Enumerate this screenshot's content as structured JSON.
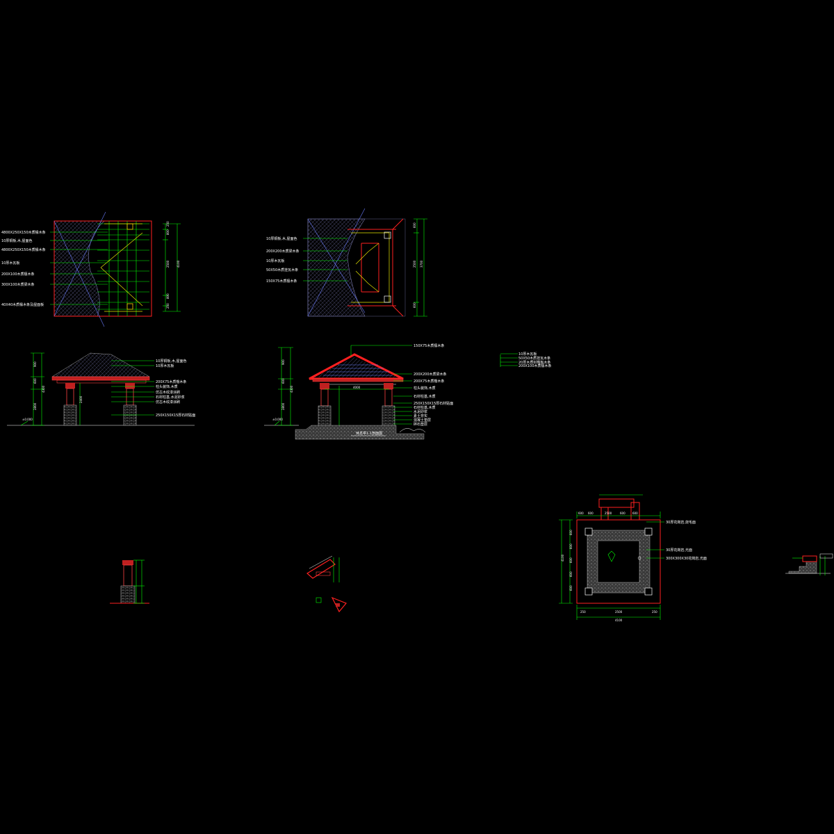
{
  "roof_plan": {
    "labels": [
      "4800X250X150木质椽木条",
      "10厚铜板,木,屋面色",
      "4800X250X150木质椽木条",
      "10厚木瓦板",
      "200X100木质檩木条",
      "300X100木质梁木条",
      "40X40木质椽木条及屋面板"
    ],
    "dims": [
      "250",
      "800",
      "2500",
      "800",
      "250",
      "4100"
    ]
  },
  "ceiling_plan": {
    "labels": [
      "10厚铜板,木,屋面色",
      "200X200木质梁木条",
      "10厚木瓦板",
      "50X50木质挂瓦木条",
      "150X75木质檩木条"
    ],
    "dims": [
      "600",
      "2500",
      "600",
      "3700"
    ]
  },
  "front_elevation": {
    "labels": [
      "10厚铜板,木,屋面色",
      "10厚木瓦板",
      "200X75木质檐木条",
      "柱头装饰,木质",
      "仿古木纹漆涂刷",
      "石材柱基,水泥砂浆",
      "仿古木纹漆涂刷",
      "250X150X15厚石材贴面"
    ],
    "dims": [
      "900",
      "600",
      "2800",
      "2400",
      "4300"
    ],
    "level": "±0.000"
  },
  "section": {
    "labels": [
      "150X75木质檩木条",
      "200X200木质梁木条",
      "200X75木质檐木条",
      "柱头装饰,木质",
      "石材柱基,木质",
      "250X150X15厚石材贴面",
      "石材柱基,木质",
      "水泥砂浆",
      "素土夯实",
      "混凝土垫层",
      "碎石垫层"
    ],
    "dims": [
      "900",
      "600",
      "2800",
      "4300"
    ],
    "span": "4000",
    "title": "休息亭1-1剖面图",
    "level": "±0.000"
  },
  "legend": {
    "labels": [
      "10厚木瓦板",
      "50X50木质挂瓦木条",
      "20厚木质封檐板木条",
      "200X100木质檩木条"
    ]
  },
  "foundation_plan": {
    "labels": [
      "30厚花岗岩,烧毛面",
      "30厚花岗岩,光面",
      "300X300X30花岗岩,光面"
    ],
    "top_dims": [
      "600",
      "600",
      "2500",
      "600",
      "600"
    ],
    "bottom_dims": [
      "250",
      "2500",
      "250"
    ],
    "total": "4100",
    "side_dims": [
      "600",
      "600",
      "600",
      "600",
      "600",
      "4100"
    ]
  },
  "colors": {
    "background": "#000000",
    "green": "#00ff00",
    "red": "#ff2020",
    "white": "#ffffff",
    "blue": "#6a7cff",
    "yellow": "#e6e600"
  }
}
